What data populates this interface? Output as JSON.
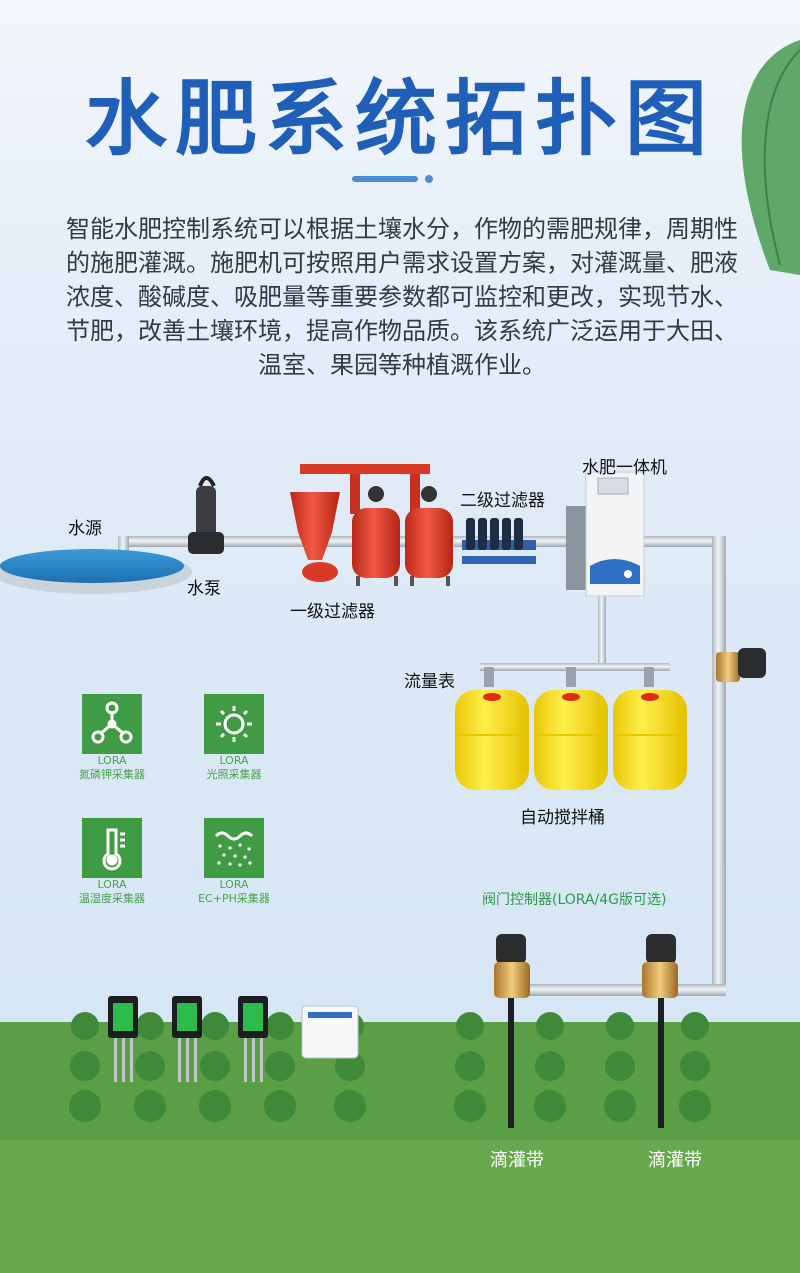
{
  "title": "水肥系统拓扑图",
  "description": "智能水肥控制系统可以根据土壤水分，作物的需肥规律，周期性的施肥灌溉。施肥机可按照用户需求设置方案，对灌溉量、肥液浓度、酸碱度、吸肥量等重要参数都可监控和更改，实现节水、节肥，改善土壤环境，提高作物品质。该系统广泛运用于大田、温室、果园等种植溉作业。",
  "labels": {
    "water_source": "水源",
    "water_pump": "水泵",
    "primary_filter": "一级过滤器",
    "secondary_filter": "二级过滤器",
    "fertigation_machine": "水肥一体机",
    "flow_meter": "流量表",
    "mixing_tank": "自动搅拌桶",
    "valve_controller": "阀门控制器(LORA/4G版可选)",
    "drip_tape_1": "滴灌带",
    "drip_tape_2": "滴灌带"
  },
  "sensors": [
    {
      "icon": "molecule-icon",
      "line1": "LORA",
      "line2": "氮磷钾采集器"
    },
    {
      "icon": "sun-icon",
      "line1": "LORA",
      "line2": "光照采集器"
    },
    {
      "icon": "thermometer-icon",
      "line1": "LORA",
      "line2": "温湿度采集器"
    },
    {
      "icon": "water-drops-icon",
      "line1": "LORA",
      "line2": "EC+PH采集器"
    }
  ],
  "colors": {
    "title_blue": "#1f5fb8",
    "tile_green": "#3f9b44",
    "tank_yellow": "#f7df16",
    "filter_red": "#e0402d",
    "field_green": "#5a9e45",
    "pipe_silver": "#cfd6dc"
  }
}
